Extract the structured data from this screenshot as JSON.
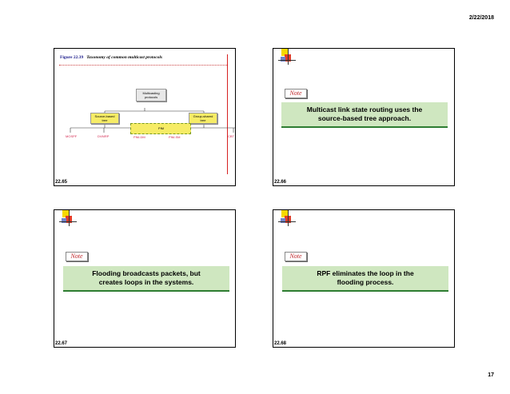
{
  "header": {
    "date": "2/22/2018"
  },
  "footer": {
    "page_number": "17"
  },
  "slides": [
    {
      "number": "22.65",
      "figure": {
        "label": "Figure 22.39",
        "caption": "Taxonomy of common multicast protocols",
        "root": [
          "Multicasting",
          "protocols"
        ],
        "left_branch": [
          "Source-based",
          "tree"
        ],
        "right_branch": [
          "Group-shared",
          "tree"
        ],
        "leaves": [
          "MOSPF",
          "DVMRP",
          "PIM-DM",
          "PIM-SM",
          "CBT"
        ],
        "pim": "PIM"
      }
    },
    {
      "number": "22.66",
      "note_tag": "Note",
      "lines": [
        "Multicast link state routing uses the",
        "source-based tree approach."
      ]
    },
    {
      "number": "22.67",
      "note_tag": "Note",
      "lines": [
        "Flooding broadcasts packets, but",
        "creates loops in the systems."
      ]
    },
    {
      "number": "22.68",
      "note_tag": "Note",
      "lines": [
        "RPF eliminates the loop in the",
        "flooding process."
      ]
    }
  ],
  "colors": {
    "note_text": "#c0282c",
    "note_box": "#cfe7c0",
    "note_rule": "#2e7d32",
    "leaf": "#d4284f",
    "branch": "#f6ec66"
  }
}
